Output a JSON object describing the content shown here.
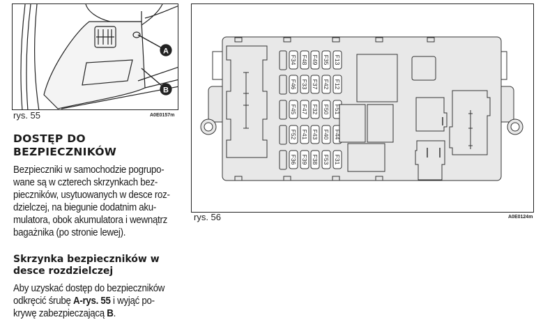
{
  "figure55": {
    "caption": "rys. 55",
    "code": "A0E0157m",
    "callouts": [
      "A",
      "B"
    ]
  },
  "figure56": {
    "caption": "rys. 56",
    "code": "A0E0124m",
    "fuse_columns": [
      [
        "F34",
        "F46",
        "F45",
        "F52",
        "F36"
      ],
      [
        "F48",
        "F33",
        "F47",
        "F41",
        "F39"
      ],
      [
        "F49",
        "F37",
        "F32",
        "F43",
        "F38"
      ],
      [
        "F35",
        "F42",
        "F50",
        "F40",
        "F53"
      ],
      [
        "F13",
        "F12",
        "F51",
        "F44",
        "F31"
      ]
    ]
  },
  "section": {
    "heading_line1": "DOSTĘP DO",
    "heading_line2": "BEZPIECZNIKÓW",
    "body_lines": [
      "Bezpieczniki w samochodzie pogrupo-",
      "wane są w czterech skrzynkach bez-",
      "pieczników, usytuowanych w desce roz-",
      "dzielczej, na biegunie dodatnim aku-",
      "mulatora, obok akumulatora i wewnątrz",
      "bagażnika (po stronie lewej)."
    ],
    "subheading_line1": "Skrzynka bezpieczników w",
    "subheading_line2": "desce rozdzielczej",
    "access_line1": "Aby uzyskać dostęp do bezpieczników",
    "access_line2_pre": "odkręcić śrubę ",
    "access_line2_bold": "A-rys. 55",
    "access_line2_post": " i wyjąć po-",
    "access_line3_pre": "krywę zabezpieczającą ",
    "access_line3_bold": "B",
    "access_line3_post": "."
  }
}
